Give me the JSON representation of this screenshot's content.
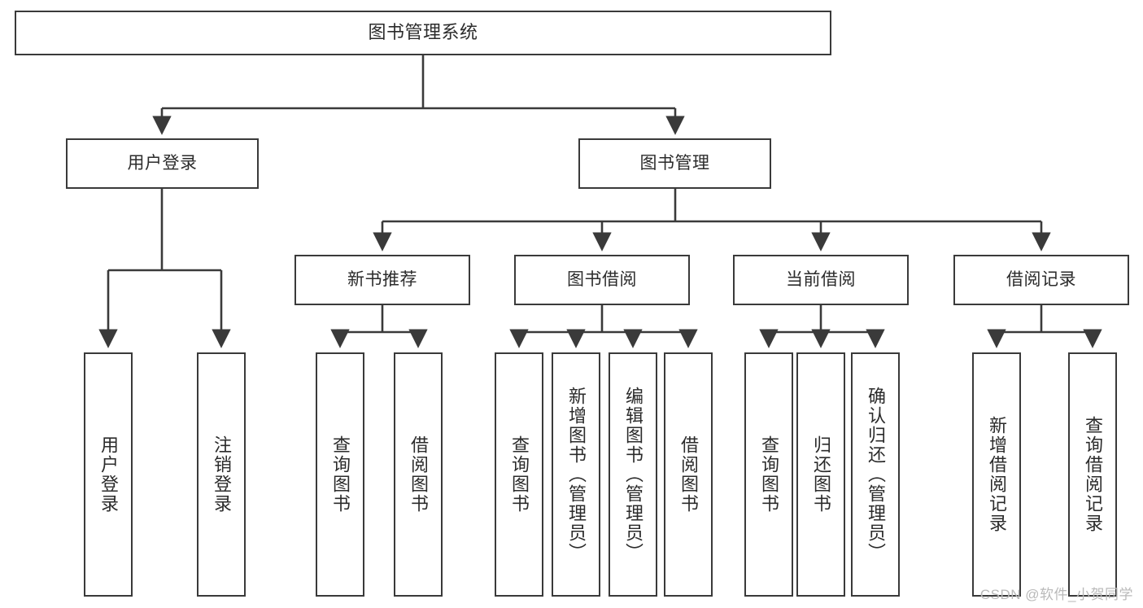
{
  "diagram": {
    "title": "图书管理系统",
    "type": "tree-hierarchy-chart",
    "watermark": "CSDN @软件_小贺同学",
    "colors": {
      "box_border": "#3a3a3a",
      "box_fill": "#ffffff",
      "connector": "#3a3a3a",
      "text": "#2b2b2b",
      "watermark": "#b9b9b9",
      "background": "#ffffff"
    },
    "nodes": {
      "root": {
        "label": "图书管理系统"
      },
      "level2": [
        {
          "id": "user-login",
          "label": "用户登录"
        },
        {
          "id": "book-manage",
          "label": "图书管理"
        }
      ],
      "level3": [
        {
          "id": "new-book-recommend",
          "label": "新书推荐"
        },
        {
          "id": "book-borrow",
          "label": "图书借阅"
        },
        {
          "id": "current-borrow",
          "label": "当前借阅"
        },
        {
          "id": "borrow-record",
          "label": "借阅记录"
        }
      ],
      "leaves": [
        {
          "id": "leaf-user-login",
          "label": "用户登录",
          "parent": "user-login"
        },
        {
          "id": "leaf-logout-login",
          "label": "注销登录",
          "parent": "user-login"
        },
        {
          "id": "leaf-query-book-1",
          "label": "查询图书",
          "parent": "new-book-recommend"
        },
        {
          "id": "leaf-borrow-book-1",
          "label": "借阅图书",
          "parent": "new-book-recommend"
        },
        {
          "id": "leaf-query-book-2",
          "label": "查询图书",
          "parent": "book-borrow"
        },
        {
          "id": "leaf-add-book",
          "label": "新增图书（管理员）",
          "parent": "book-borrow"
        },
        {
          "id": "leaf-edit-book",
          "label": "编辑图书（管理员）",
          "parent": "book-borrow"
        },
        {
          "id": "leaf-borrow-book-2",
          "label": "借阅图书",
          "parent": "book-borrow"
        },
        {
          "id": "leaf-query-book-3",
          "label": "查询图书",
          "parent": "current-borrow"
        },
        {
          "id": "leaf-return-book",
          "label": "归还图书",
          "parent": "current-borrow"
        },
        {
          "id": "leaf-confirm-return",
          "label": "确认归还（管理员）",
          "parent": "current-borrow"
        },
        {
          "id": "leaf-add-record",
          "label": "新增借阅记录",
          "parent": "borrow-record"
        },
        {
          "id": "leaf-query-record",
          "label": "查询借阅记录",
          "parent": "borrow-record"
        }
      ]
    }
  }
}
